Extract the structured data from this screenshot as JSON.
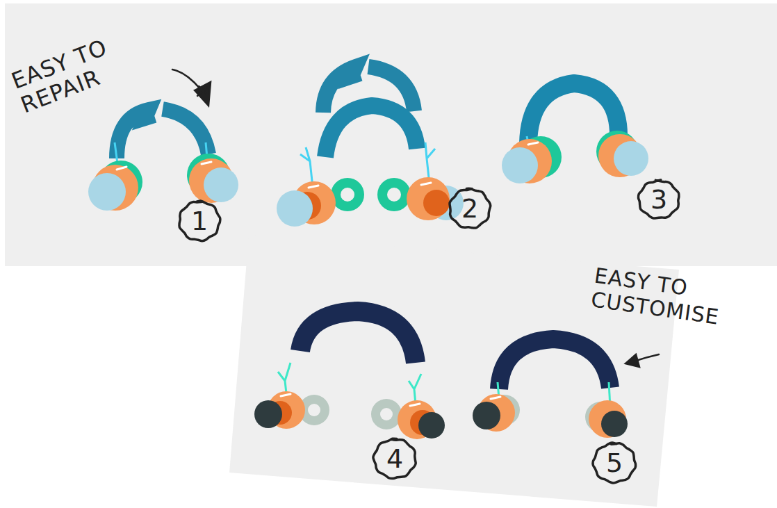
{
  "diagram": {
    "nodes": [
      {
        "text": [
          "1"
        ]
      },
      {
        "text": [
          "2"
        ]
      },
      {
        "text": [
          "3"
        ]
      },
      {
        "text": [
          "4"
        ]
      },
      {
        "text": [
          "5"
        ]
      }
    ],
    "labels": [
      "EASY TO REPAIR",
      "EASY TO CUSTOMISE"
    ]
  }
}
